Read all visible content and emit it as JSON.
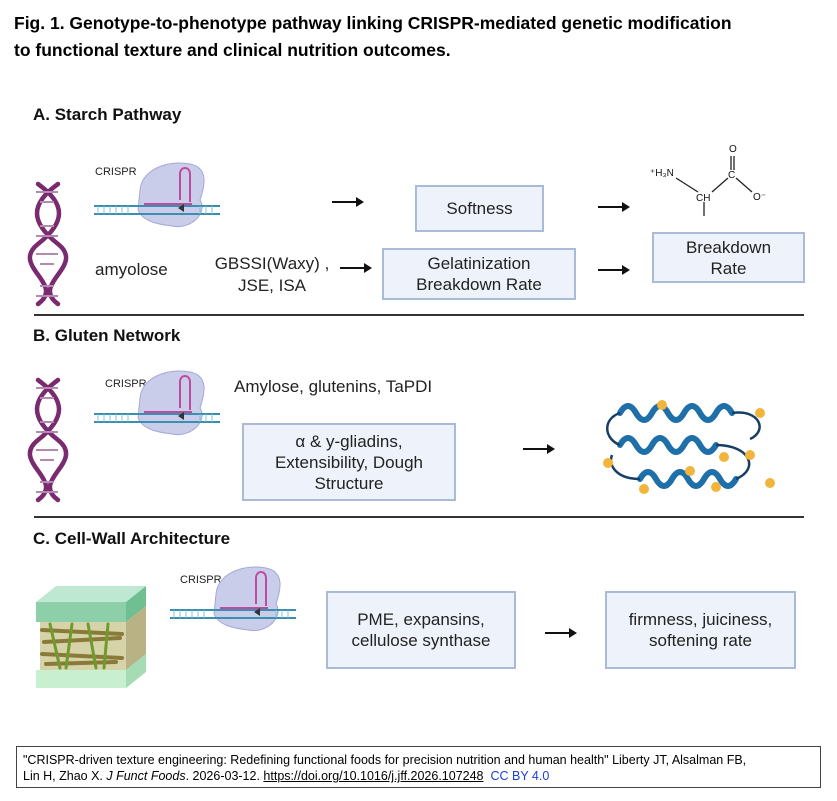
{
  "figure": {
    "title_line1": "Fig. 1. Genotype-to-phenotype pathway linking CRISPR-mediated genetic modification",
    "title_line2": "to functional texture and clinical nutrition outcomes."
  },
  "sections": {
    "a": {
      "heading": "A. Starch Pathway",
      "crispr_label": "CRISPR",
      "left_label": "amyolose",
      "genes_line1": "GBSSI(Waxy) ,",
      "genes_line2": "JSE, ISA",
      "box_softness": "Softness",
      "box_gelat_line1": "Gelatinization",
      "box_gelat_line2": "Breakdown Rate",
      "box_breakdown_line1": "Breakdown",
      "box_breakdown_line2": "Rate",
      "molecule": {
        "amine": "+H3N",
        "amine_display": "⁺H₃N",
        "ch": "CH",
        "c": "C",
        "o_top": "O",
        "o_minus": "O⁻"
      }
    },
    "b": {
      "heading": "B. Gluten Network",
      "crispr_label": "CRISPR",
      "top_text": "Amylose, glutenins, TaPDI",
      "box_line1": "α & y-gliadins,",
      "box_line2": "Extensibility, Dough",
      "box_line3": "Structure"
    },
    "c": {
      "heading": "C. Cell-Wall Architecture",
      "crispr_label": "CRISPR",
      "box1_line1": "PME, expansins,",
      "box1_line2": "cellulose synthase",
      "box2_line1": "firmness, juiciness,",
      "box2_line2": "softening rate"
    }
  },
  "citation": {
    "prefix": "\"CRISPR-driven texture engineering: Redefining functional foods for precision nutrition and human health\" Liberty JT, Alsalman FB,",
    "authors2": "Lin H, Zhao X. ",
    "journal": "J Funct Foods",
    "date": ". 2026-03-12. ",
    "doi": "https://doi.org/10.1016/j.jff.2026.107248",
    "license": "CC BY 4.0"
  },
  "colors": {
    "box_fill": "#eef3fb",
    "box_border": "#a9bbd6",
    "dna": "#7a2a6e",
    "protein": "#1f6fa8",
    "protein_dots": "#f2b53c",
    "cell_wall_green": "#9bd4b0"
  }
}
